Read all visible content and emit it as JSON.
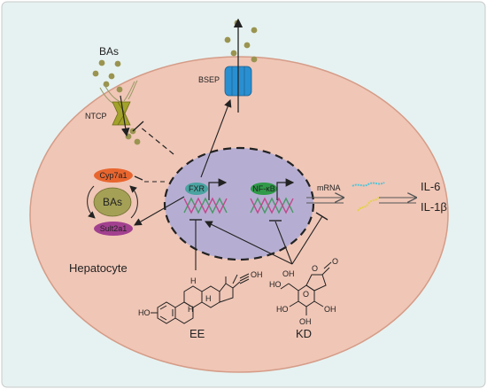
{
  "colors": {
    "background": "#e6f2f1",
    "frame": "#c9c9c9",
    "cell": "#f0c6b6",
    "cell_border": "#d59c88",
    "nucleus": "#b6aed2",
    "nucleus_border": "#222222",
    "bile_acid": "#9a9450",
    "ntcp": "#a3a22a",
    "bsep": "#2a8fd0",
    "cyp7a1": "#e8652e",
    "bas_node": "#a4a056",
    "sult2a1": "#a2408f",
    "fxr": "#4aa3a0",
    "nfkb": "#2f9a48",
    "dna_a": "#4b9a6a",
    "dna_b": "#c04a8f",
    "mrna_a": "#58c3d6",
    "mrna_b": "#e4d24a"
  },
  "labels": {
    "bas_top": "BAs",
    "ntcp": "NTCP",
    "bsep": "BSEP",
    "cyp7a1": "Cyp7a1",
    "bas_center": "BAs",
    "sult2a1": "Sult2a1",
    "fxr": "FXR",
    "nfkb": "NF-κB",
    "mrna": "mRNA",
    "il6": "IL-6",
    "il1b": "IL-1β",
    "hepatocyte": "Hepatocyte",
    "ee": "EE",
    "kd": "KD",
    "ee_oh_top": "OH",
    "ee_oh_left": "HO",
    "ee_h_a": "H",
    "ee_h_b": "H",
    "ee_h_c": "H",
    "kd_ho_a": "HO",
    "kd_ho_b": "HO",
    "kd_oh_a": "OH",
    "kd_oh_b": "OH",
    "kd_oh_c": "OH",
    "kd_o_ring": "O",
    "kd_o_carbonyl": "O",
    "kd_o_ring2": "O"
  },
  "icons": [
    "ntcp-transporter-icon",
    "bsep-transporter-icon",
    "dna-helix-icon",
    "mrna-strand-icon",
    "bile-acid-dot-icon"
  ]
}
